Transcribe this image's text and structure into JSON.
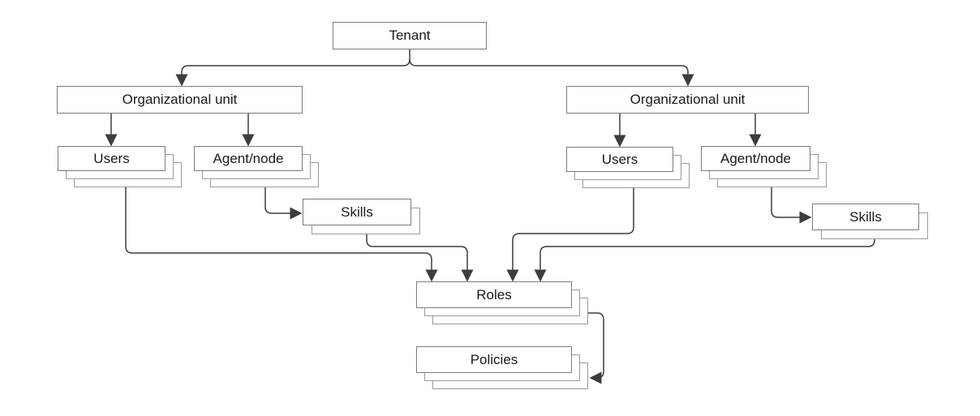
{
  "diagram": {
    "type": "hierarchy-flowchart",
    "nodes": {
      "tenant": {
        "label": "Tenant",
        "stacked": false
      },
      "org_unit_left": {
        "label": "Organizational unit",
        "stacked": false
      },
      "users_left": {
        "label": "Users",
        "stacked": true,
        "stack_layers": 3
      },
      "agent_node_left": {
        "label": "Agent/node",
        "stacked": true,
        "stack_layers": 3
      },
      "skills_left": {
        "label": "Skills",
        "stacked": true,
        "stack_layers": 2
      },
      "org_unit_right": {
        "label": "Organizational unit",
        "stacked": false
      },
      "users_right": {
        "label": "Users",
        "stacked": true,
        "stack_layers": 3
      },
      "agent_node_right": {
        "label": "Agent/node",
        "stacked": true,
        "stack_layers": 3
      },
      "skills_right": {
        "label": "Skills",
        "stacked": true,
        "stack_layers": 2
      },
      "roles": {
        "label": "Roles",
        "stacked": true,
        "stack_layers": 3
      },
      "policies": {
        "label": "Policies",
        "stacked": true,
        "stack_layers": 3
      }
    },
    "edges": [
      {
        "from": "tenant",
        "to": "org_unit_left"
      },
      {
        "from": "tenant",
        "to": "org_unit_right"
      },
      {
        "from": "org_unit_left",
        "to": "users_left"
      },
      {
        "from": "org_unit_left",
        "to": "agent_node_left"
      },
      {
        "from": "org_unit_right",
        "to": "users_right"
      },
      {
        "from": "org_unit_right",
        "to": "agent_node_right"
      },
      {
        "from": "agent_node_left",
        "to": "skills_left"
      },
      {
        "from": "agent_node_right",
        "to": "skills_right"
      },
      {
        "from": "users_left",
        "to": "roles"
      },
      {
        "from": "skills_left",
        "to": "roles"
      },
      {
        "from": "users_right",
        "to": "roles"
      },
      {
        "from": "skills_right",
        "to": "roles"
      },
      {
        "from": "roles",
        "to": "policies"
      }
    ],
    "colors": {
      "background": "#ffffff",
      "box_fill": "#ffffff",
      "box_border": "#7b7b7b",
      "stack_border": "#9a9a9a",
      "connector": "#3d3d3d",
      "text": "#1a1a1a"
    }
  }
}
